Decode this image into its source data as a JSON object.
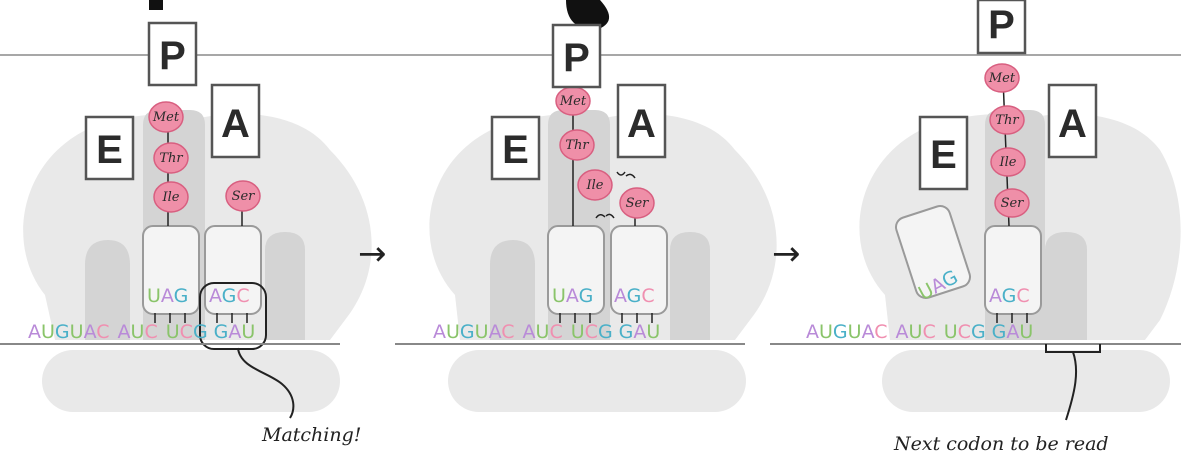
{
  "panels": [
    {
      "site_labels": {
        "e": "E",
        "p": "P",
        "a": "A"
      },
      "chain": [
        "Met",
        "Thr",
        "Ile"
      ],
      "incoming": "Ser",
      "anticodons": {
        "p": [
          "U",
          "A",
          "G"
        ],
        "a": [
          "A",
          "G",
          "C"
        ]
      },
      "mrna": [
        "A",
        "U",
        "G",
        "U",
        "A",
        "C",
        "A",
        "U",
        "C",
        "U",
        "C",
        "G",
        "G",
        "A",
        "U"
      ],
      "annotation": "Matching!"
    },
    {
      "site_labels": {
        "e": "E",
        "p": "P",
        "a": "A"
      },
      "chain": [
        "Met",
        "Thr",
        "Ile"
      ],
      "incoming": "Ser",
      "anticodons": {
        "p": [
          "U",
          "A",
          "G"
        ],
        "a": [
          "A",
          "G",
          "C"
        ]
      },
      "mrna": [
        "A",
        "U",
        "G",
        "U",
        "A",
        "C",
        "A",
        "U",
        "C",
        "U",
        "C",
        "G",
        "G",
        "A",
        "U"
      ],
      "annotation": ""
    },
    {
      "site_labels": {
        "e": "E",
        "p": "P",
        "a": "A"
      },
      "chain": [
        "Met",
        "Thr",
        "Ile",
        "Ser"
      ],
      "anticodons": {
        "exit": [
          "U",
          "A",
          "G"
        ],
        "p": [
          "A",
          "G",
          "C"
        ]
      },
      "mrna": [
        "A",
        "U",
        "G",
        "U",
        "A",
        "C",
        "A",
        "U",
        "C",
        "U",
        "C",
        "G",
        "G",
        "A",
        "U"
      ],
      "annotation": "Next codon to be read"
    }
  ],
  "arrows": [
    "→",
    "→"
  ],
  "colors": {
    "nucleotides": {
      "A": "#b98ad8",
      "U": "#8ac46a",
      "G": "#4ab0c8",
      "C": "#f08fb0"
    },
    "amino_acid_fill": "#ef8fa8",
    "ribosome": "#e9e9e9",
    "channel": "#d4d4d4"
  }
}
